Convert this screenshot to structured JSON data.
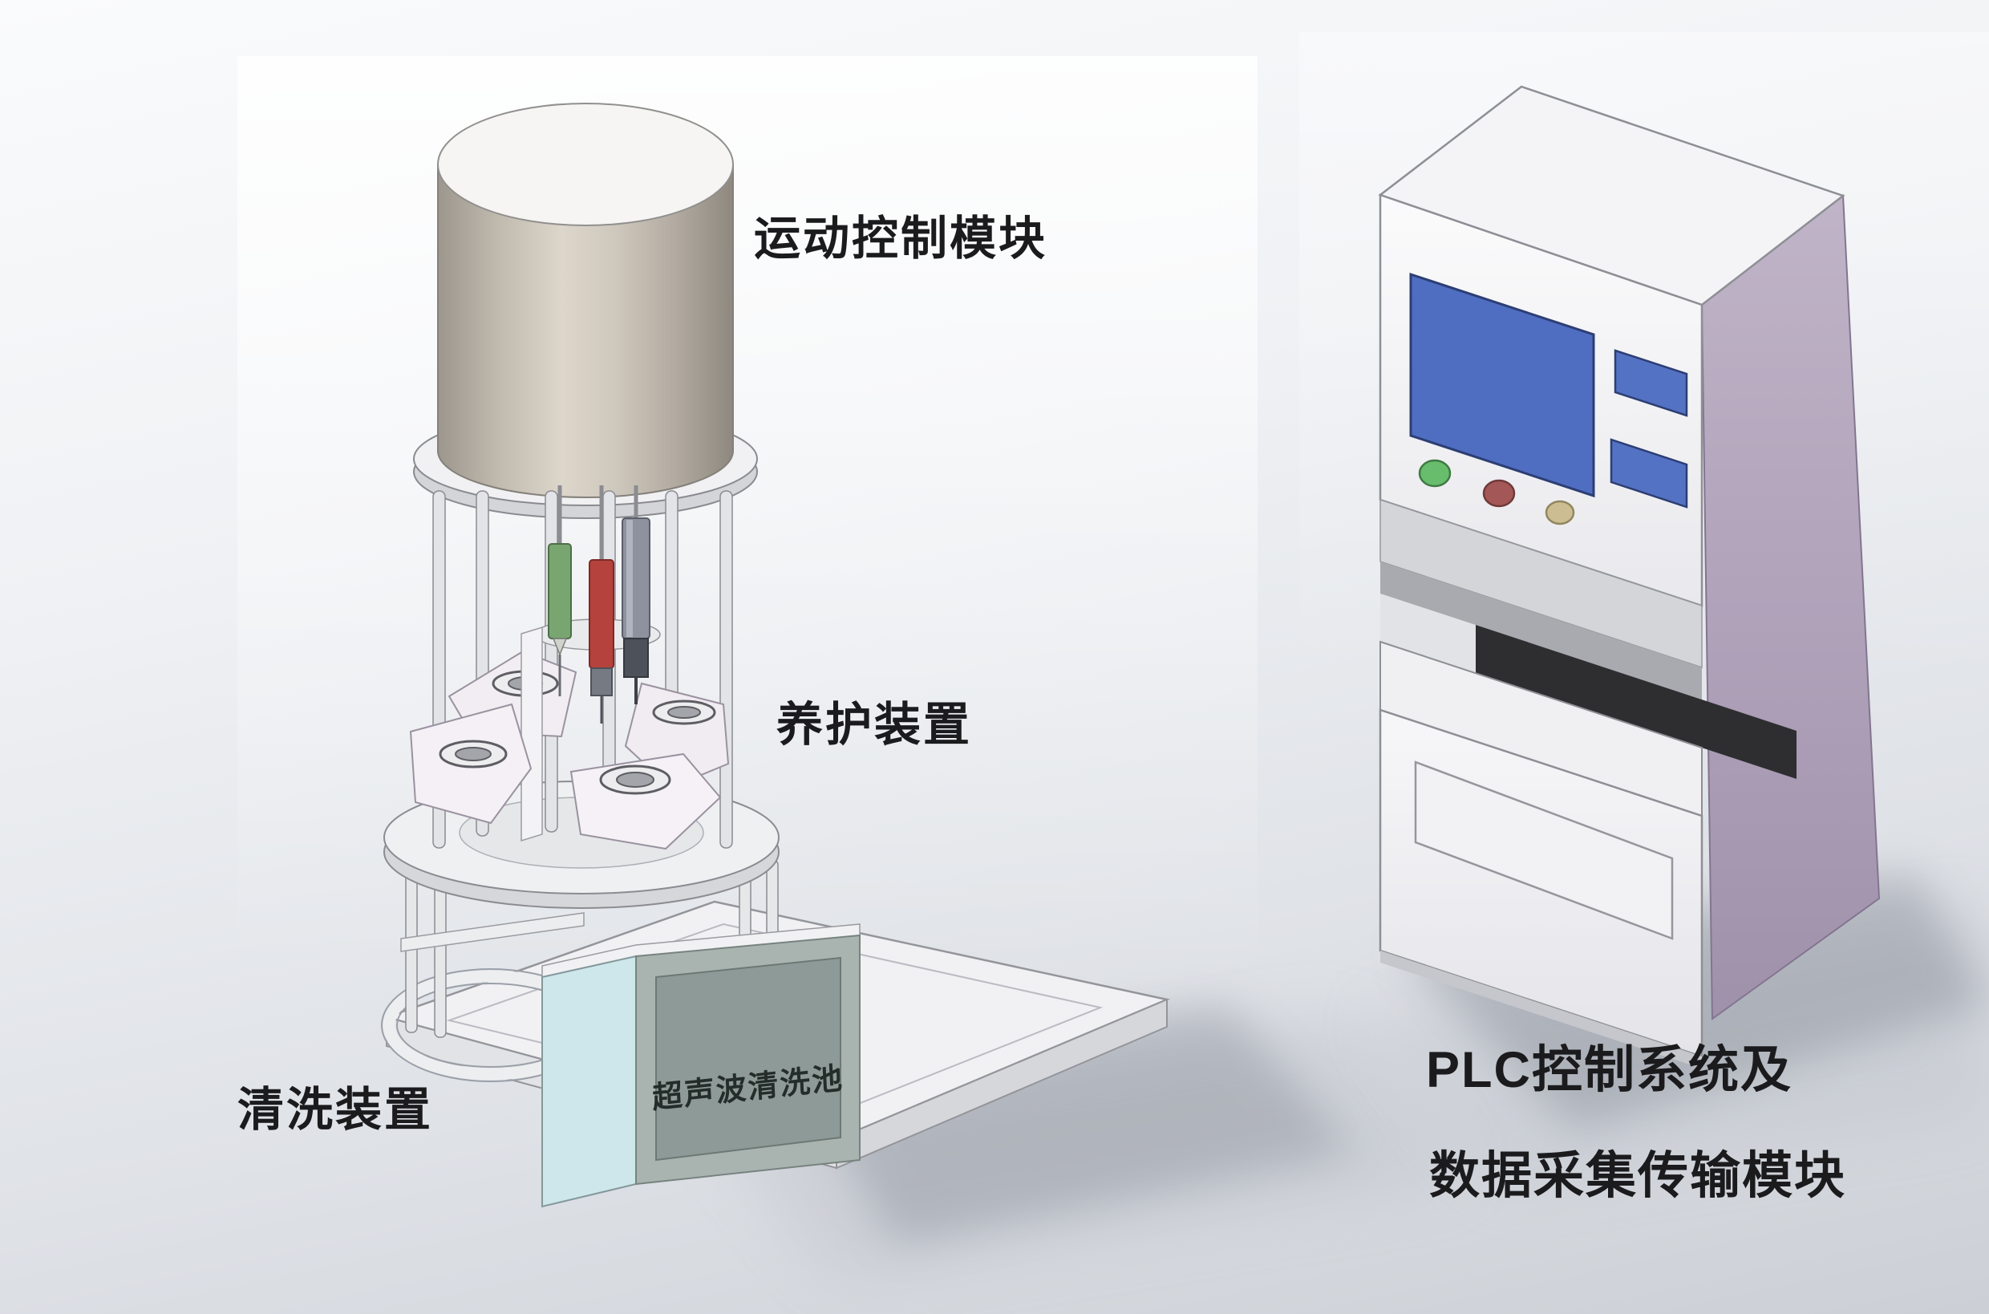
{
  "illustration": {
    "left_machine": {
      "label_motion_control": "运动控制模块",
      "label_curing_device": "养护装置",
      "label_cleaning_device": "清洗装置",
      "tank_inscription": "超声波清洗池",
      "colors": {
        "drum": "#cfc8bd",
        "syringe_green": "#79a571",
        "syringe_red": "#b5423c",
        "syringe_gray": "#8d929e",
        "tank_front_panel": "#8d9a97",
        "tank_side_panel": "#cde7ea"
      }
    },
    "right_machine": {
      "label_line1": "PLC控制系统及",
      "label_line2": "数据采集传输模块",
      "colors": {
        "body": "#f4f4f6",
        "side_panel": "#ad9fb8",
        "screen": "#4f6ec2",
        "indicator_green": "#68bd6c",
        "indicator_red": "#a45757",
        "indicator_beige": "#ccbe92",
        "work_opening": "#2e2e31"
      }
    }
  }
}
